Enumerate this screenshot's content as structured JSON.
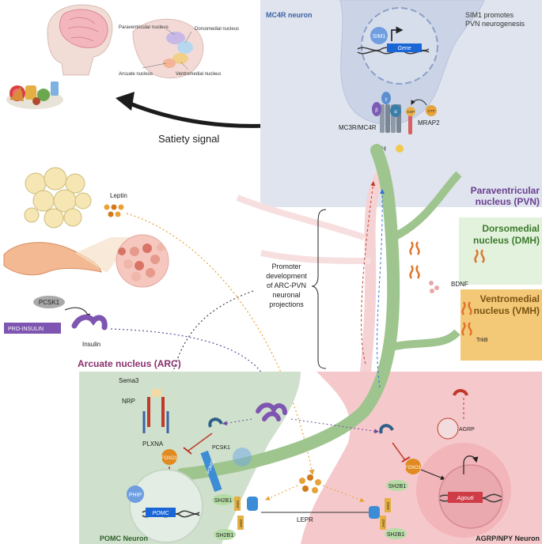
{
  "brain": {
    "paraventricular": "Paraventricular nucleus",
    "dorsomedial": "Dorsomedial nucleus",
    "arcuate": "Arcuate nucleus",
    "ventromedial": "Ventromedial nucleus"
  },
  "mc4r_panel": {
    "title": "MC4R neuron",
    "note_line1": "SIM1 promotes",
    "note_line2": "PVN neurogenesis",
    "sim1": "SIM1",
    "gene": "Gene",
    "receptor": "MC3R/MC4R",
    "mrap2": "MRAP2",
    "gdp": "GDP",
    "gtp": "GTP",
    "msh": "MSH",
    "beta": "β",
    "gamma": "γ",
    "alpha": "α"
  },
  "satiety": "Satiety signal",
  "pvn": {
    "line1": "Paraventricular",
    "line2": "nucleus (PVN)"
  },
  "dmh": {
    "line1": "Dorsomedial",
    "line2": "nucleus (DMH)"
  },
  "vmh": {
    "line1": "Ventromedial",
    "line2": "nucleus (VMH)"
  },
  "leptin": "Leptin",
  "pcsk1_top": "PCSK1",
  "pro_insulin": "PRO-INSULIN",
  "insulin": "Insulin",
  "promoter": {
    "line1": "Promoter",
    "line2": "development",
    "line3": "of ARC-PVN",
    "line4": "neuronal",
    "line5": "projections"
  },
  "bdnf": "BDNF",
  "trkb": "TrkB",
  "arc_title": "Arcuate nucleus (ARC)",
  "pomc_neuron": {
    "sema3": "Sema3",
    "nrp": "NRP",
    "plxna": "PLXNA",
    "foxo1": "FOXO1",
    "pcsk1": "PCSK1",
    "pomc_protein": "POMC",
    "phip": "PHIP",
    "pomc_gene": "POMC",
    "sh2b1_a": "SH2B1",
    "sh2b1_b": "SH2B1",
    "jak2_a": "JAK2",
    "jak2_b": "JAK2",
    "label": "POMC Neuron"
  },
  "leprs": "LEPR",
  "agrp_neuron": {
    "sh2b1_a": "SH2B1",
    "sh2b1_b": "SH2B1",
    "jak2_a": "JAK2",
    "jak2_b": "JAK2",
    "foxo1": "FOXO1",
    "agrp": "AGRP",
    "agouti": "Agouti",
    "label": "AGRP/NPY Neuron"
  },
  "colors": {
    "mc4r_bg": "#dfe4ef",
    "pvn_title": "#6b3f8f",
    "dmh_bg": "#e3f2dc",
    "dmh_text": "#3c7a2e",
    "vmh_bg": "#f3c978",
    "vmh_text": "#7a5210",
    "arc_title": "#8a2f6d",
    "pomc_bg": "#cfe1cd",
    "agrp_bg": "#f5c9cb",
    "axon": "#9fc58f",
    "foxo1": "#e08a1f"
  }
}
